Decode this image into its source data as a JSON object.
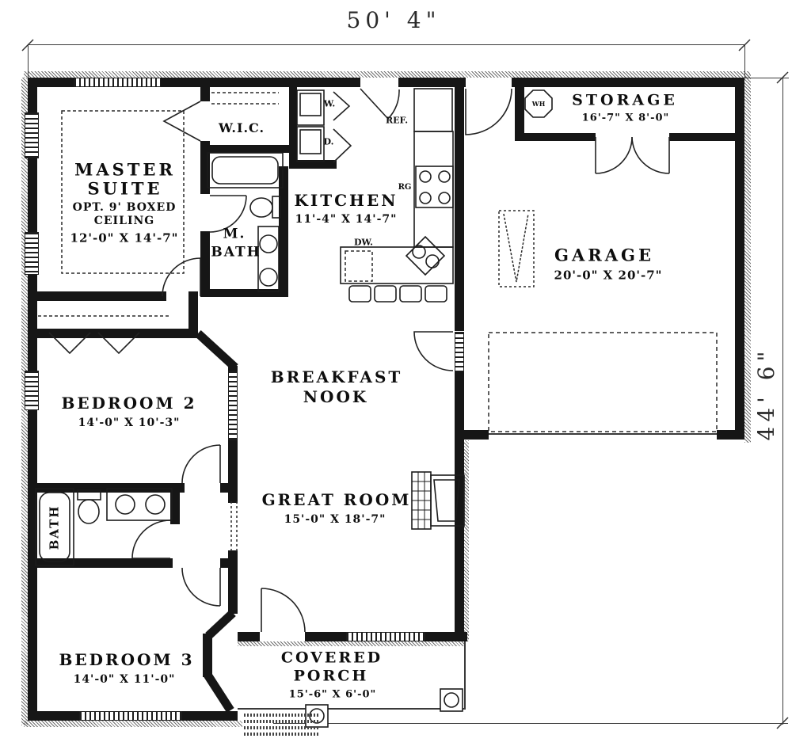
{
  "plan": {
    "overall_width": "50' 4\"",
    "overall_depth": "44' 6\""
  },
  "rooms": {
    "master_suite": {
      "name1": "MASTER",
      "name2": "SUITE",
      "note1": "OPT. 9' BOXED",
      "note2": "CEILING",
      "dims": "12'-0\" X 14'-7\""
    },
    "wic": {
      "name": "W.I.C."
    },
    "master_bath": {
      "name1": "M.",
      "name2": "BATH"
    },
    "kitchen": {
      "name": "KITCHEN",
      "dims": "11'-4\" X 14'-7\""
    },
    "storage": {
      "name": "STORAGE",
      "dims": "16'-7\" X 8'-0\""
    },
    "garage": {
      "name": "GARAGE",
      "dims": "20'-0\" X 20'-7\""
    },
    "bedroom2": {
      "name": "BEDROOM 2",
      "dims": "14'-0\" X 10'-3\""
    },
    "breakfast_nook": {
      "name1": "BREAKFAST",
      "name2": "NOOK"
    },
    "great_room": {
      "name": "GREAT ROOM",
      "dims": "15'-0\" X 18'-7\""
    },
    "hall_bath": {
      "name": "BATH"
    },
    "bedroom3": {
      "name": "BEDROOM 3",
      "dims": "14'-0\" X 11'-0\""
    },
    "covered_porch": {
      "name1": "COVERED",
      "name2": "PORCH",
      "dims": "15'-6\" X 6'-0\""
    }
  },
  "fixtures": {
    "washer": "W.",
    "dryer": "D.",
    "refrigerator": "REF.",
    "range": "RG",
    "dishwasher": "DW.",
    "water_heater": "WH"
  }
}
